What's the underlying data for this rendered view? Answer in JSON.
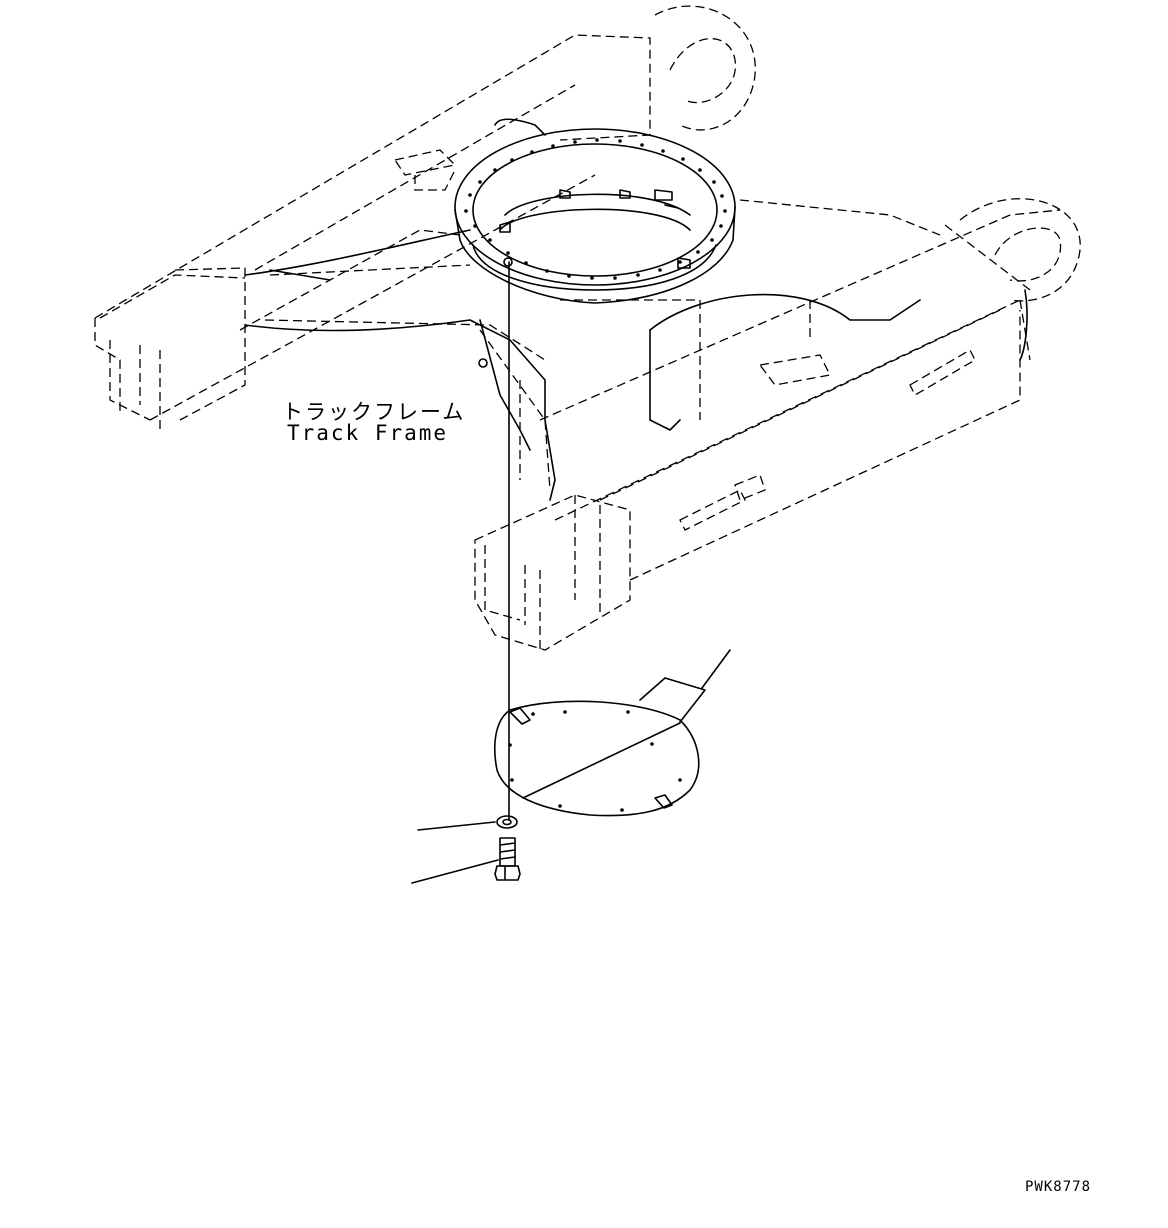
{
  "labels": {
    "track_frame_jp": "トラックフレーム",
    "track_frame_en": "Track Frame"
  },
  "drawing_code": "PWK8778"
}
